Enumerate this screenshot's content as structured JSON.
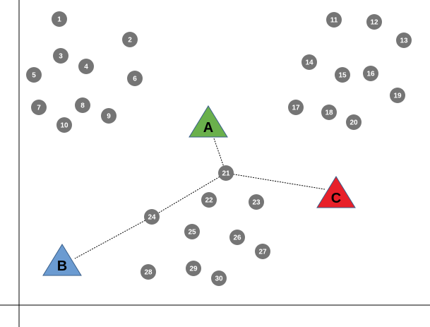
{
  "nodes": [
    {
      "id": "1"
    },
    {
      "id": "2"
    },
    {
      "id": "3"
    },
    {
      "id": "4"
    },
    {
      "id": "5"
    },
    {
      "id": "6"
    },
    {
      "id": "7"
    },
    {
      "id": "8"
    },
    {
      "id": "9"
    },
    {
      "id": "10"
    },
    {
      "id": "11"
    },
    {
      "id": "12"
    },
    {
      "id": "13"
    },
    {
      "id": "14"
    },
    {
      "id": "15"
    },
    {
      "id": "16"
    },
    {
      "id": "17"
    },
    {
      "id": "18"
    },
    {
      "id": "19"
    },
    {
      "id": "20"
    },
    {
      "id": "21"
    },
    {
      "id": "22"
    },
    {
      "id": "23"
    },
    {
      "id": "24"
    },
    {
      "id": "25"
    },
    {
      "id": "26"
    },
    {
      "id": "27"
    },
    {
      "id": "28"
    },
    {
      "id": "29"
    },
    {
      "id": "30"
    }
  ],
  "facilities": [
    {
      "id": "A",
      "color": "#6ab04c"
    },
    {
      "id": "B",
      "color": "#6b9bd1"
    },
    {
      "id": "C",
      "color": "#e8202a"
    }
  ],
  "links": [
    {
      "from": "A",
      "to": "21"
    },
    {
      "from": "21",
      "to": "C"
    },
    {
      "from": "21",
      "to": "24"
    },
    {
      "from": "24",
      "to": "B"
    }
  ],
  "colors": {
    "node_fill": "#757575",
    "axis": "#000000",
    "link": "#000000"
  }
}
